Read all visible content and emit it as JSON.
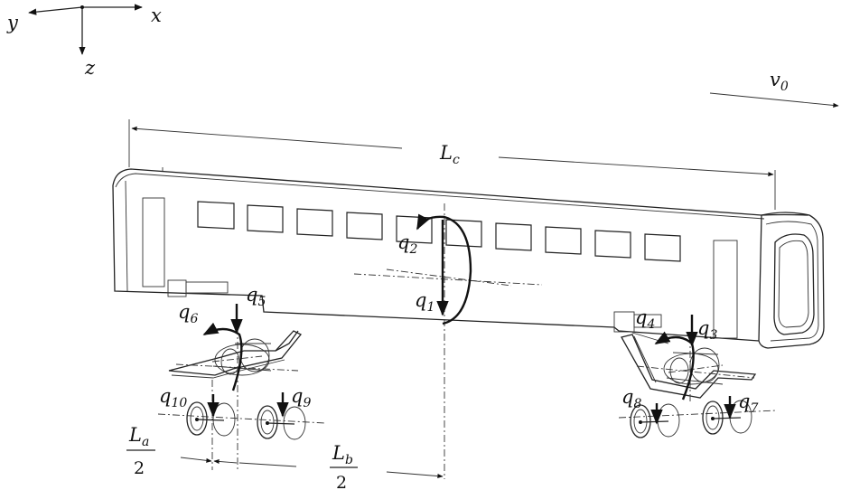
{
  "axes": {
    "x": "x",
    "y": "y",
    "z": "z"
  },
  "velocity": {
    "base": "v",
    "sub": "0"
  },
  "length_car": {
    "base": "L",
    "sub": "c"
  },
  "length_a": {
    "num_base": "L",
    "num_sub": "a",
    "den": "2"
  },
  "length_b": {
    "num_base": "L",
    "num_sub": "b",
    "den": "2"
  },
  "dofs": [
    {
      "base": "q",
      "sub": "1"
    },
    {
      "base": "q",
      "sub": "2"
    },
    {
      "base": "q",
      "sub": "3"
    },
    {
      "base": "q",
      "sub": "4"
    },
    {
      "base": "q",
      "sub": "5"
    },
    {
      "base": "q",
      "sub": "6"
    },
    {
      "base": "q",
      "sub": "7"
    },
    {
      "base": "q",
      "sub": "8"
    },
    {
      "base": "q",
      "sub": "9"
    },
    {
      "base": "q",
      "sub": "10"
    }
  ]
}
